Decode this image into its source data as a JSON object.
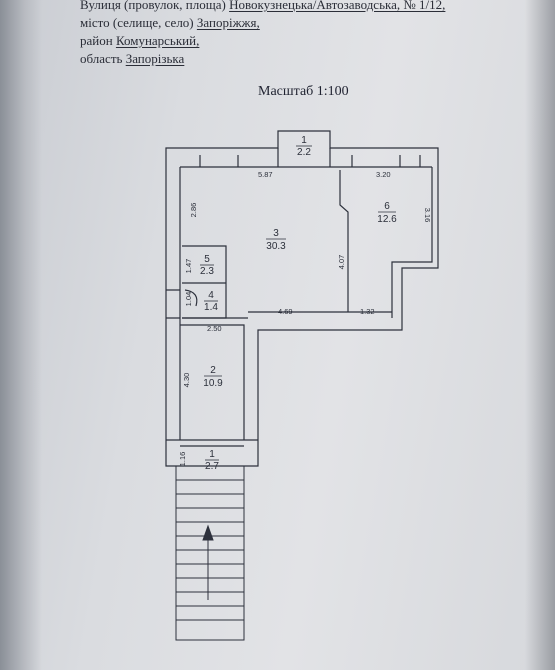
{
  "address": {
    "line1_prefix": "Вулиця (провулок, площа)",
    "street": "Новокузнецька/Автозаводська, № 1/12,",
    "line2_prefix": "місто (селище, село)",
    "city": "Запоріжжя,",
    "line3_prefix": "район",
    "district": "Комунарський,",
    "line4_prefix": "область",
    "region": "Запорізька"
  },
  "scale_label": "Масштаб 1:100",
  "rooms": [
    {
      "num": "1",
      "area": "2.2"
    },
    {
      "num": "3",
      "area": "30.3"
    },
    {
      "num": "6",
      "area": "12.6"
    },
    {
      "num": "5",
      "area": "2.3"
    },
    {
      "num": "4",
      "area": "1.4"
    },
    {
      "num": "2",
      "area": "10.9"
    },
    {
      "num": "1",
      "area": "2.7"
    }
  ],
  "dimensions": {
    "d1": "5.87",
    "d2": "3.20",
    "d3": "2.86",
    "d4": "3.16",
    "d5": "4.07",
    "d6": "1.47",
    "d7": "1.04",
    "d8": "4.69",
    "d9": "1.32",
    "d10": "2.50",
    "d11": "4.30",
    "d12": "1.16"
  }
}
